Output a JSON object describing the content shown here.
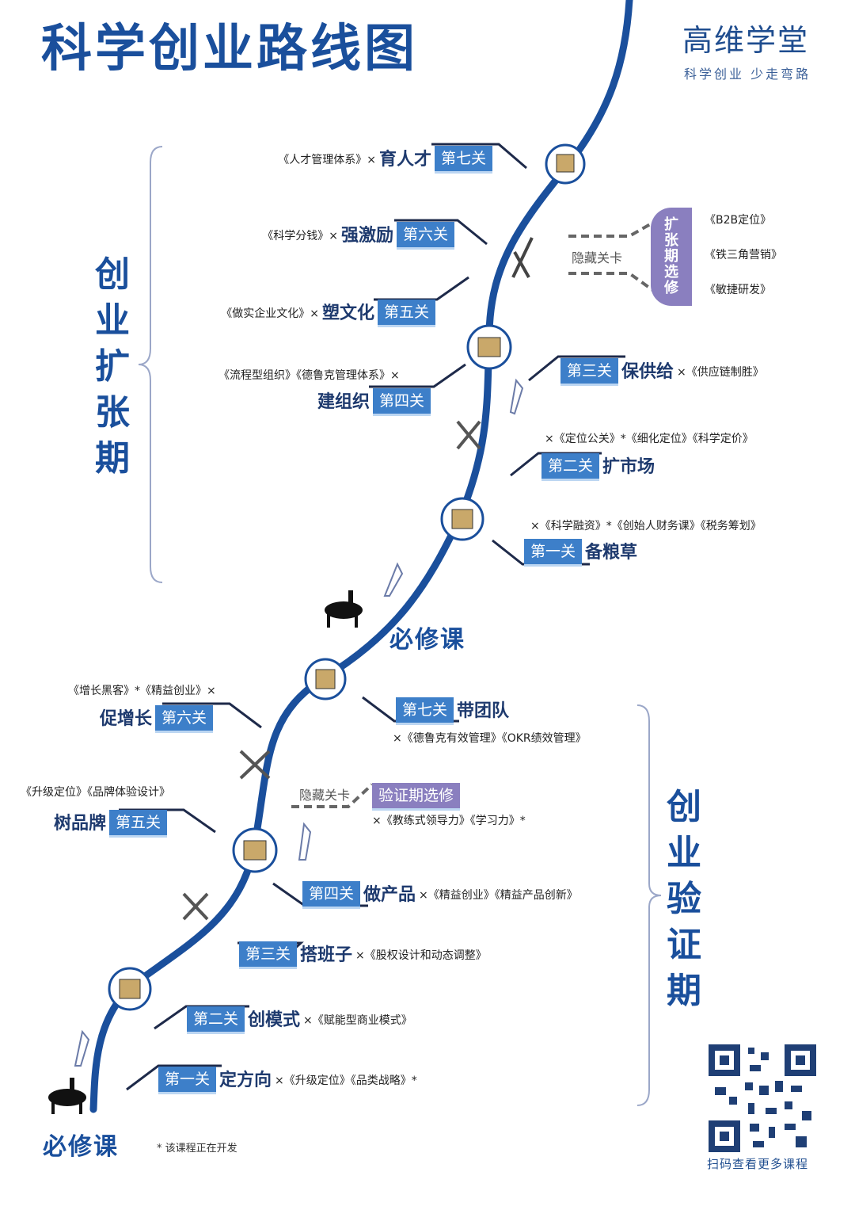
{
  "title": "科学创业路线图",
  "brand": {
    "name": "高维学堂",
    "slogan": "科学创业 少走弯路"
  },
  "phases": {
    "expansion": "创业扩张期",
    "validation": "创业验证期"
  },
  "required_course": "必修课",
  "expansion_levels": [
    {
      "badge": "第七关",
      "skill": "育人才",
      "books": "《人才管理体系》×"
    },
    {
      "badge": "第六关",
      "skill": "强激励",
      "books": "《科学分钱》×"
    },
    {
      "badge": "第五关",
      "skill": "塑文化",
      "books": "《做实企业文化》×"
    },
    {
      "badge": "第四关",
      "skill": "建组织",
      "books": "《流程型组织》《德鲁克管理体系》×"
    },
    {
      "badge": "第三关",
      "skill": "保供给",
      "books": "×《供应链制胜》"
    },
    {
      "badge": "第二关",
      "skill": "扩市场",
      "books": "×《定位公关》*《细化定位》《科学定价》"
    },
    {
      "badge": "第一关",
      "skill": "备粮草",
      "books": "×《科学融资》*《创始人财务课》《税务筹划》"
    }
  ],
  "expansion_elective": {
    "hidden": "隐藏关卡",
    "label": "扩张期选修",
    "books": [
      "《B2B定位》",
      "《铁三角营销》",
      "《敏捷研发》"
    ]
  },
  "validation_levels": [
    {
      "badge": "第七关",
      "skill": "带团队",
      "books": "×《德鲁克有效管理》《OKR绩效管理》"
    },
    {
      "badge": "第六关",
      "skill": "促增长",
      "books": "《增长黑客》*《精益创业》×"
    },
    {
      "badge": "第五关",
      "skill": "树品牌",
      "books": "《升级定位》《品牌体验设计》"
    },
    {
      "badge": "第四关",
      "skill": "做产品",
      "books": "×《精益创业》《精益产品创新》"
    },
    {
      "badge": "第三关",
      "skill": "搭班子",
      "books": "×《股权设计和动态调整》"
    },
    {
      "badge": "第二关",
      "skill": "创模式",
      "books": "×《赋能型商业模式》"
    },
    {
      "badge": "第一关",
      "skill": "定方向",
      "books": "×《升级定位》《品类战略》*"
    }
  ],
  "validation_elective": {
    "hidden": "隐藏关卡",
    "label": "验证期选修",
    "books": "×《教练式领导力》《学习力》*"
  },
  "footnote": "* 该课程正在开发",
  "qr_caption": "扫码查看更多课程",
  "colors": {
    "primary": "#1a4f9c",
    "badge": "#3d7fc9",
    "elective": "#8a7fbf",
    "road": "#1a4f9c"
  }
}
